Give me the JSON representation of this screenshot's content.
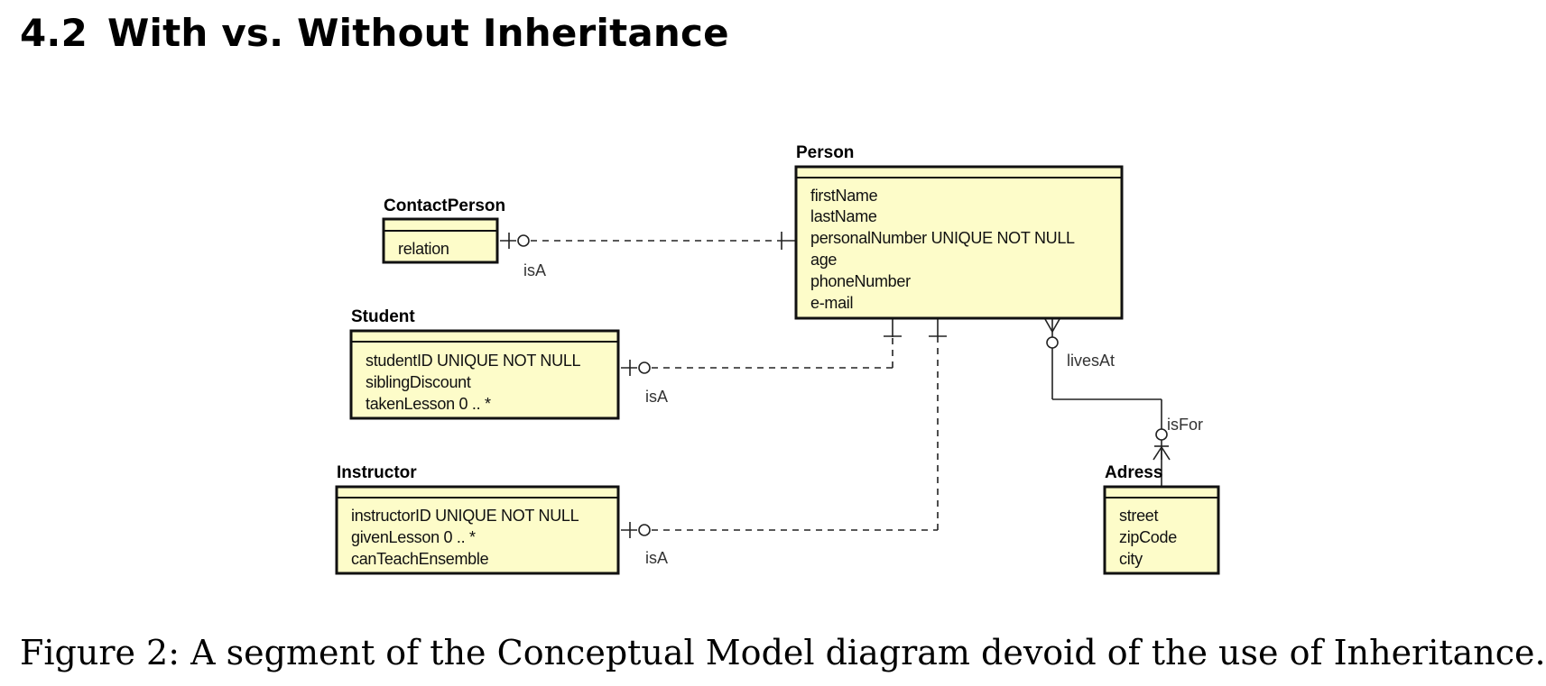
{
  "section": {
    "number": "4.2",
    "title": "With vs. Without Inheritance"
  },
  "entities": {
    "person": {
      "name": "Person",
      "attributes": [
        "firstName",
        "lastName",
        "personalNumber UNIQUE NOT NULL",
        "age",
        "phoneNumber",
        "e-mail"
      ]
    },
    "contact_person": {
      "name": "ContactPerson",
      "attributes": [
        "relation"
      ]
    },
    "student": {
      "name": "Student",
      "attributes": [
        "studentID UNIQUE NOT NULL",
        "siblingDiscount",
        "takenLesson 0 .. *"
      ]
    },
    "instructor": {
      "name": "Instructor",
      "attributes": [
        "instructorID UNIQUE NOT NULL",
        "givenLesson 0 .. *",
        "canTeachEnsemble"
      ]
    },
    "address": {
      "name": "Adress",
      "attributes": [
        "street",
        "zipCode",
        "city"
      ]
    }
  },
  "relationships": {
    "contact_isa": "isA",
    "student_isa": "isA",
    "instructor_isa": "isA",
    "lives_at": "livesAt",
    "is_for": "isFor"
  },
  "caption": "Figure 2: A segment of the Conceptual Model diagram devoid of the use of Inheritance."
}
